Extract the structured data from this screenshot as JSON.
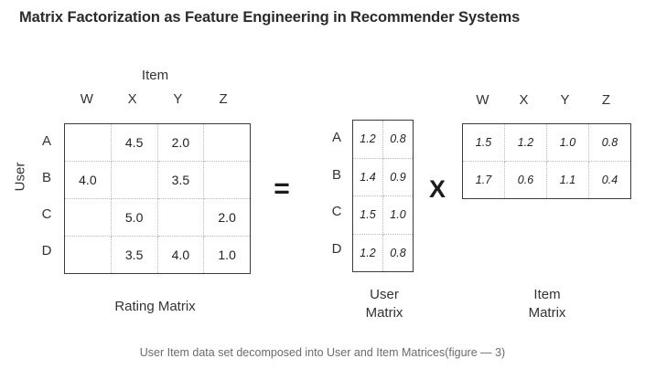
{
  "figure": {
    "title": "Matrix Factorization as Feature Engineering in Recommender Systems",
    "caption": "User Item data set decomposed into User and Item Matrices(figure — 3)",
    "equals_symbol": "=",
    "multiply_symbol": "X"
  },
  "rating_matrix": {
    "label": "Rating Matrix",
    "column_axis_label": "Item",
    "row_axis_label": "User",
    "columns": [
      "W",
      "X",
      "Y",
      "Z"
    ],
    "rows": [
      "A",
      "B",
      "C",
      "D"
    ],
    "values": [
      [
        "",
        "4.5",
        "2.0",
        ""
      ],
      [
        "4.0",
        "",
        "3.5",
        ""
      ],
      [
        "",
        "5.0",
        "",
        "2.0"
      ],
      [
        "",
        "3.5",
        "4.0",
        "1.0"
      ]
    ]
  },
  "user_matrix": {
    "label_line1": "User",
    "label_line2": "Matrix",
    "rows": [
      "A",
      "B",
      "C",
      "D"
    ],
    "values": [
      [
        "1.2",
        "0.8"
      ],
      [
        "1.4",
        "0.9"
      ],
      [
        "1.5",
        "1.0"
      ],
      [
        "1.2",
        "0.8"
      ]
    ]
  },
  "item_matrix": {
    "label_line1": "Item",
    "label_line2": "Matrix",
    "columns": [
      "W",
      "X",
      "Y",
      "Z"
    ],
    "values": [
      [
        "1.5",
        "1.2",
        "1.0",
        "0.8"
      ],
      [
        "1.7",
        "0.6",
        "1.1",
        "0.4"
      ]
    ]
  },
  "colors": {
    "background": "#ffffff",
    "title": "#2b2b2b",
    "text": "#333333",
    "caption": "#6b6b6b",
    "matrix_border": "#3a3a3a",
    "grid_line": "#b9b9b9"
  }
}
